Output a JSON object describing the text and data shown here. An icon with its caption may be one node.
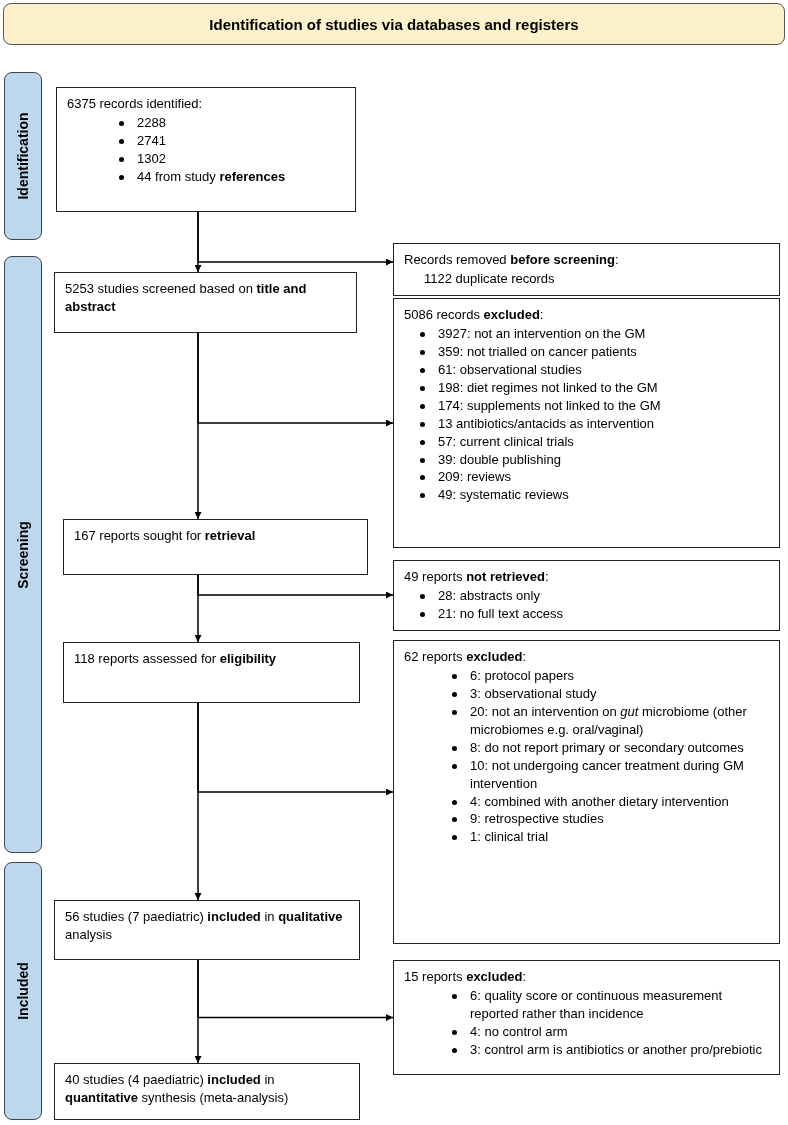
{
  "diagram": {
    "title": "Identification of studies via databases and registers",
    "nodes": [
      {
        "text": [
          "Identification"
        ]
      },
      {
        "text": [
          "Screening"
        ]
      },
      {
        "text": [
          "Included"
        ]
      },
      {
        "text": [
          "6375 records identified:",
          "2288",
          "2741",
          "1302",
          "44 from study **references**"
        ]
      },
      {
        "text": [
          "Records removed **before screening**:",
          "1122 duplicate records"
        ]
      },
      {
        "text": [
          "5253 studies screened based on **title and abstract**"
        ]
      },
      {
        "text": [
          "5086 records **excluded**:",
          "3927: not an intervention on the GM",
          "359: not trialled on cancer patients",
          "61: observational studies",
          "198: diet regimes not linked to the GM",
          "174: supplements not linked to the GM",
          "13 antibiotics/antacids as intervention",
          "57: current clinical trials",
          "39: double publishing",
          "209: reviews",
          "49: systematic reviews"
        ]
      },
      {
        "text": [
          "167 reports sought for **retrieval**"
        ]
      },
      {
        "text": [
          "49 reports **not retrieved**:",
          "28: abstracts only",
          "21: no full text access"
        ]
      },
      {
        "text": [
          "118 reports assessed for **eligibility**"
        ]
      },
      {
        "text": [
          "62 reports **excluded**:",
          "6: protocol papers",
          "3: observational study",
          "20: not an intervention on *gut* microbiome (other microbiomes e.g. oral/vaginal)",
          "8: do not report primary or secondary outcomes",
          "10: not undergoing cancer treatment during GM intervention",
          "4: combined with another dietary intervention",
          "9: retrospective studies",
          "1: clinical trial"
        ]
      },
      {
        "text": [
          "56 studies (7 paediatric) **included** in **qualitative** analysis"
        ]
      },
      {
        "text": [
          "15 reports **excluded**:",
          "6: quality score or continuous measurement reported rather than incidence",
          "4: no control arm",
          "3: control arm is antibiotics or another pro/prebiotic"
        ]
      },
      {
        "text": [
          "40 studies (4 paediatric) **included** in **quantitative** synthesis (meta-analysis)"
        ]
      }
    ],
    "edges": [
      {
        "from": 3,
        "to": 5,
        "arrow": "to"
      },
      {
        "from": 3,
        "to": 4,
        "arrow": "to"
      },
      {
        "from": 5,
        "to": 7,
        "arrow": "to"
      },
      {
        "from": 5,
        "to": 6,
        "arrow": "to"
      },
      {
        "from": 7,
        "to": 9,
        "arrow": "to"
      },
      {
        "from": 7,
        "to": 8,
        "arrow": "to"
      },
      {
        "from": 9,
        "to": 11,
        "arrow": "to"
      },
      {
        "from": 9,
        "to": 10,
        "arrow": "to"
      },
      {
        "from": 11,
        "to": 13,
        "arrow": "to"
      },
      {
        "from": 11,
        "to": 12,
        "arrow": "to"
      }
    ]
  }
}
